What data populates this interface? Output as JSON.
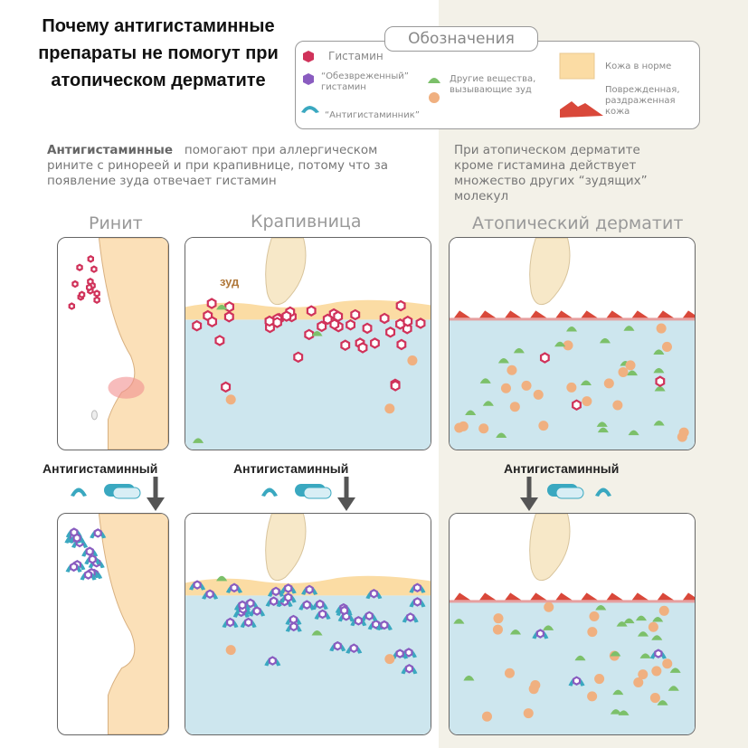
{
  "title": "Почему антигистаминные препараты не помогут при атопическом дерматите",
  "legend": {
    "title": "Обозначения",
    "histamine": "Гистамин",
    "neutralized": "“Обезвреженный” гистамин",
    "antihistamine": "“Антигистаминник”",
    "other": "Другие вещества, вызывающие зуд",
    "normal_skin": "Кожа в норме",
    "damaged_skin": "Поврежденная, раздраженная кожа"
  },
  "intro_left": {
    "bold": "Антигистаминные",
    "text": "помогают при аллергическом рините с ринореей и при крапивнице, потому что за появление зуда отвечает гистамин"
  },
  "intro_right": "При атопическом дерматите кроме гистамина действует множество других “зудящих” молекул",
  "sections": {
    "rhinitis": "Ринит",
    "urticaria": "Крапивница",
    "atopic": "Атопический дерматит"
  },
  "itch_label": "зуд",
  "antihistamine_label": "Антигистаминный",
  "colors": {
    "histamine": "#d0325a",
    "neutralized": "#8a5cc0",
    "antihistamine": "#3aa8c0",
    "other": "#7cc06a",
    "orange": "#f0b080",
    "skin": "#fbdca4",
    "damaged": "#d9483a",
    "fluid": "#cde6ee"
  }
}
